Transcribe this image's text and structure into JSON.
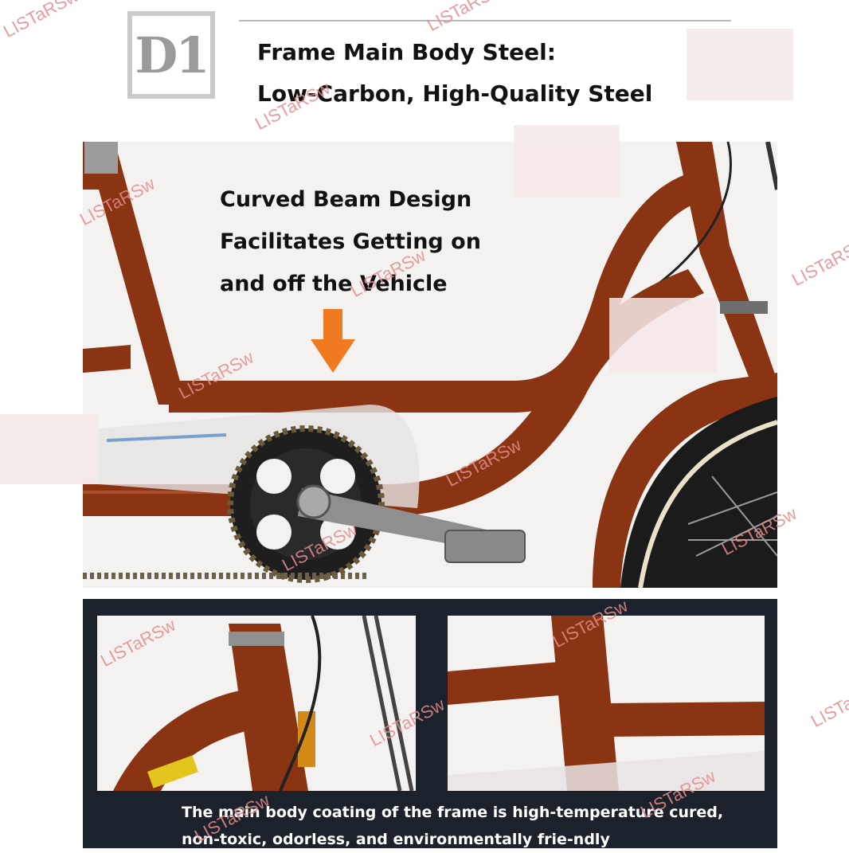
{
  "badge": {
    "label": "D1"
  },
  "heading": {
    "line1": "Frame Main Body Steel:",
    "line2": "Low-Carbon, High-Quality Steel"
  },
  "callout": {
    "line1": "Curved Beam Design",
    "line2": "Facilitates Getting on",
    "line3": "and off the Vehicle"
  },
  "caption": {
    "line1": "The main body coating of the frame is high-temperature cured,",
    "line2": "non-toxic, odorless, and environmentally frie-ndly"
  },
  "watermark": {
    "text": "LISTaRSw"
  },
  "colors": {
    "frame": "#8a3414",
    "arrow": "#f07a1f",
    "panel": "#1b222c"
  },
  "icons": {
    "arrow": "down-arrow-icon"
  }
}
